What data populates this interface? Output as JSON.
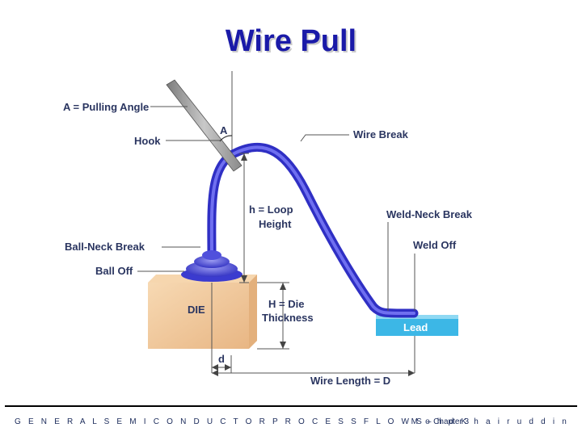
{
  "title": "Wire Pull",
  "labels": {
    "pulling_angle": "A = Pulling Angle",
    "hook": "Hook",
    "angle_a": "A",
    "wire_break": "Wire Break",
    "loop_height_1": "h = Loop",
    "loop_height_2": "Height",
    "weld_neck_break": "Weld-Neck Break",
    "ball_neck_break": "Ball-Neck Break",
    "weld_off": "Weld Off",
    "ball_off": "Ball Off",
    "die": "DIE",
    "die_thickness_1": "H = Die",
    "die_thickness_2": "Thickness",
    "lead": "Lead",
    "d": "d",
    "wire_length": "Wire Length = D"
  },
  "footer": {
    "left": "G E N E R A L  S E M I C O N D U C T O R  P R O C E S S  F L O W S",
    "chapter": " – Chapter 3",
    "right": "M o h d  K h a i r u d d i n"
  },
  "colors": {
    "wire": "#3a3ad8",
    "die": "#f2c89a",
    "lead": "#3cb7e6",
    "title": "#1a1aa8"
  }
}
